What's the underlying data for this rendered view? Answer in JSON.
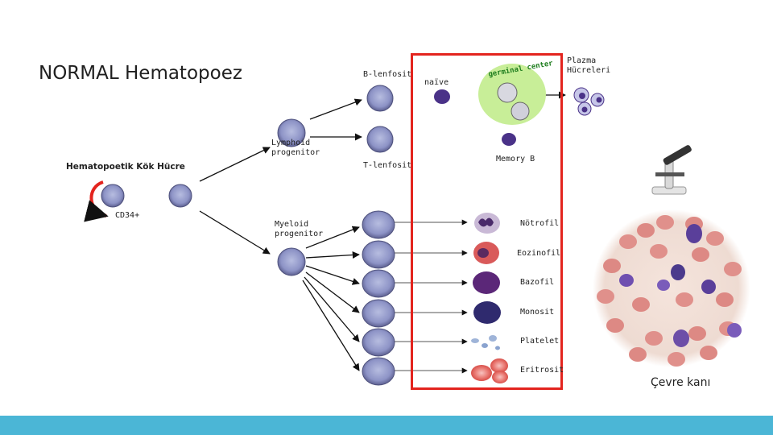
{
  "title": "NORMAL Hematopoez",
  "stem_cell": {
    "label": "Hematopoetik Kök Hücre",
    "marker": "CD34+"
  },
  "progenitors": {
    "lymphoid": "Lymphoid progenitor",
    "myeloid": "Myeloid progenitor"
  },
  "lymphocytes": {
    "b": "B-lenfosit",
    "t": "T-lenfosit"
  },
  "b_cell_stages": {
    "naive": "naïve",
    "germinal": "germinal center",
    "memory": "Memory B",
    "plasma": "Plazma Hücreleri"
  },
  "myeloid_outputs": [
    "Nötrofil",
    "Eozinofil",
    "Bazofil",
    "Monosit",
    "Platelet",
    "Eritrosit"
  ],
  "caption": "Çevre kanı",
  "colors": {
    "accent_box": "#e3241e",
    "bottom_bar": "#4bb6d6",
    "germinal_bg": "#c8ee98"
  }
}
